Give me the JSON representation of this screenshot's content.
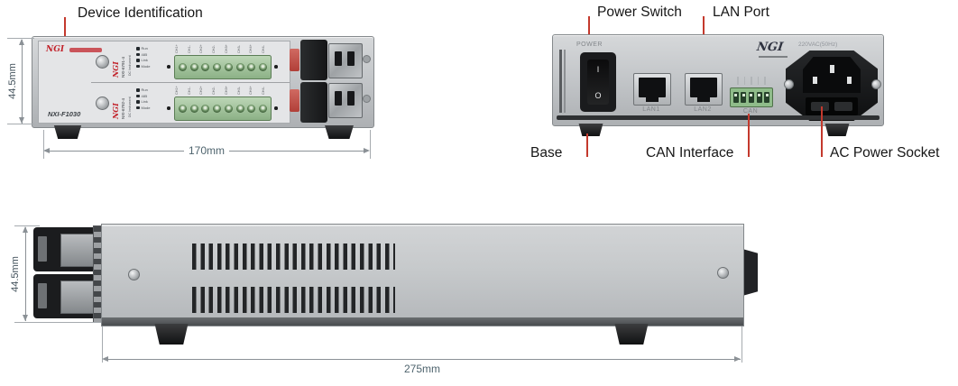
{
  "annotations": {
    "device_identification": "Device Identification",
    "power_switch": "Power Switch",
    "lan_port": "LAN Port",
    "base": "Base",
    "can_interface": "CAN Interface",
    "ac_power_socket": "AC Power Socket"
  },
  "dimensions": {
    "front_height": "44.5mm",
    "front_width": "170mm",
    "side_height": "44.5mm",
    "side_length": "275mm"
  },
  "front_view": {
    "brand": "NGI",
    "model": "NXI-F1030",
    "modules": [
      {
        "brand": "NGI",
        "model": "NXI-6791-4",
        "type": "DC Instrument",
        "leds": [
          "Run",
          "485",
          "Link",
          "Mode"
        ],
        "pins": [
          "CH1+",
          "CH1-",
          "CH2+",
          "CH2-",
          "CH3+",
          "CH3-",
          "CH4+",
          "CH4-"
        ]
      },
      {
        "brand": "NGI",
        "model": "NXI-6792-4",
        "type": "DC Instrument",
        "leds": [
          "Run",
          "485",
          "Link",
          "Mode"
        ],
        "pins": [
          "CH1+",
          "CH1-",
          "CH2+",
          "CH2-",
          "CH3+",
          "CH3-",
          "CH4+",
          "CH4-"
        ]
      }
    ]
  },
  "rear_view": {
    "power_label": "POWER",
    "switch_on": "I",
    "switch_off": "O",
    "port_labels": [
      "LAN1",
      "LAN2"
    ],
    "can_label": "CAN",
    "brand": "NGI",
    "voltage": "220VAC(50Hz)"
  },
  "colors": {
    "leader_red": "#c4392d",
    "dimension_line": "#8b9196",
    "dimension_text": "#4f646e",
    "chassis_gray": "#c3c6c9",
    "terminal_green": "#8cb186",
    "brand_red": "#c2232b",
    "annotation_text": "#161616"
  }
}
